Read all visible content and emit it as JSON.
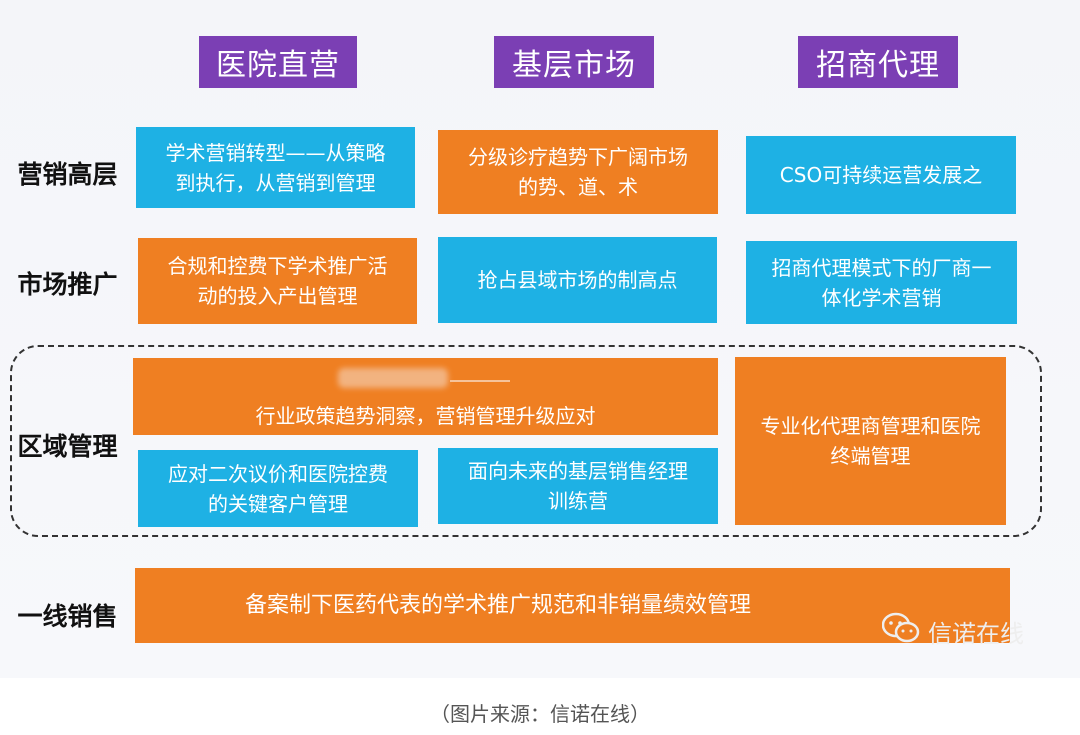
{
  "columns": [
    "医院直营",
    "基层市场",
    "招商代理"
  ],
  "rows": [
    "营销高层",
    "市场推广",
    "区域管理",
    "一线销售"
  ],
  "boxes": {
    "r1c1": "学术营销转型——从策略\n到执行，从营销到管理",
    "r1c2": "分级诊疗趋势下广阔市场\n的势、道、术",
    "r1c3": "CSO可持续运营发展之",
    "r2c1": "合规和控费下学术推广活\n动的投入产出管理",
    "r2c2": "抢占县域市场的制高点",
    "r2c3": "招商代理模式下的厂商一\n体化学术营销",
    "r3_wide": "行业政策趋势洞察，营销管理升级应对",
    "r3_right": "专业化代理商管理和医院\n终端管理",
    "r3b_c1": "应对二次议价和医院控费\n的关键客户管理",
    "r3b_c2": "面向未来的基层销售经理\n训练营",
    "r4_wide": "备案制下医药代表的学术推广规范和非销量绩效管理"
  },
  "watermark": "信诺在线",
  "caption": "（图片来源：信诺在线）",
  "colors": {
    "purple": "#7b3fb4",
    "blue": "#1eb1e4",
    "orange": "#ef7f22"
  },
  "icons": [
    "wechat-icon"
  ]
}
